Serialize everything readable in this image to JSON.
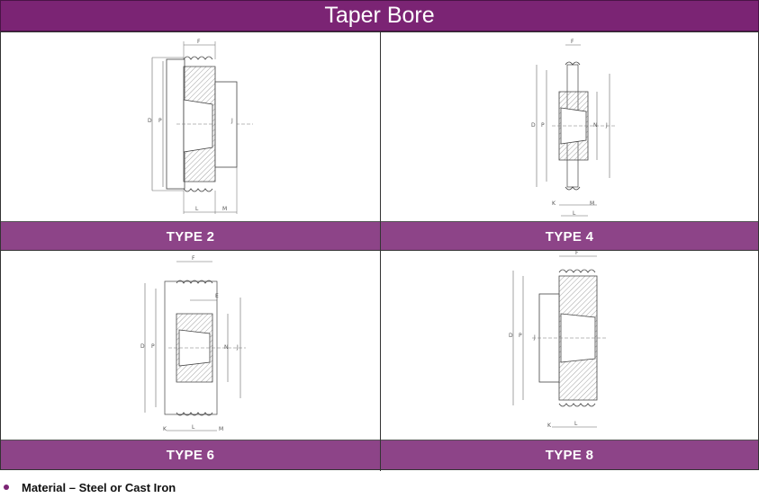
{
  "header": {
    "title": "Taper Bore"
  },
  "panels": [
    {
      "label": "TYPE 2",
      "dims": {
        "F": "F",
        "D": "D",
        "P": "P",
        "J": "J",
        "L": "L",
        "M": "M"
      }
    },
    {
      "label": "TYPE 4",
      "dims": {
        "F": "F",
        "D": "D",
        "P": "P",
        "N": "N",
        "J": "J",
        "K": "K",
        "L": "L",
        "M": "M"
      }
    },
    {
      "label": "TYPE 6",
      "dims": {
        "F": "F",
        "E": "E",
        "D": "D",
        "P": "P",
        "N": "N",
        "J": "J",
        "K": "K",
        "L": "L",
        "M": "M"
      }
    },
    {
      "label": "TYPE 8",
      "dims": {
        "F": "F",
        "D": "D",
        "P": "P",
        "J": "J",
        "K": "K",
        "L": "L"
      }
    }
  ],
  "footer": {
    "note": "Material – Steel or Cast Iron"
  },
  "colors": {
    "header_bg": "#7b2474",
    "label_bg": "#8d4488",
    "bullet": "#7b2474"
  }
}
